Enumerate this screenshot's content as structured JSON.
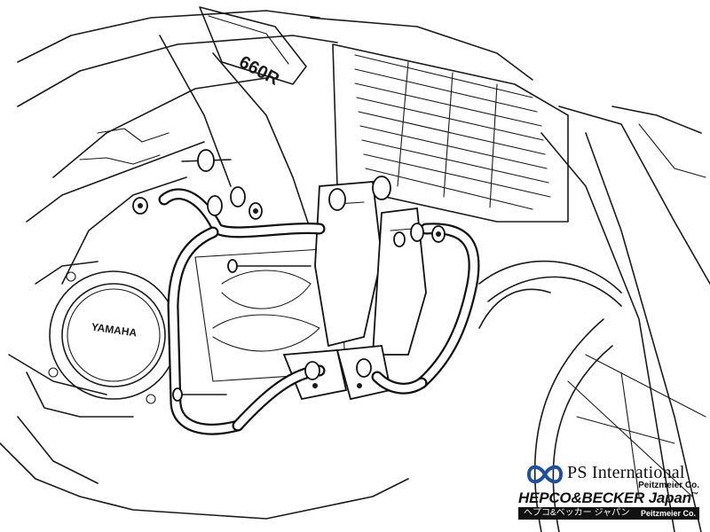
{
  "diagram": {
    "tank_decal": "660R",
    "engine_badge": "YAMAHA"
  },
  "branding": {
    "ps_international": "PS International",
    "ps_sub": "Peitzmeier Co.",
    "hepco_becker": "HEPCO&BECKER Japan",
    "tm": "™",
    "kana": "ヘプコ&ベッカー ジャパン",
    "kana_sub": "Peitzmeier Co."
  },
  "colors": {
    "line": "#1a1a1a",
    "background": "#ffffff"
  }
}
